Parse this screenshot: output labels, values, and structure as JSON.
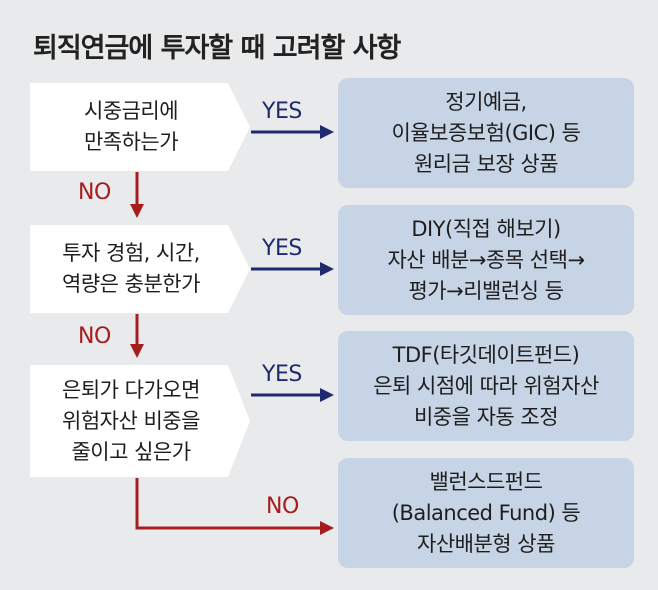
{
  "title": "퇴직연금에 투자할 때 고려할 사항",
  "questions": [
    {
      "lines": [
        "시중금리에",
        "만족하는가"
      ]
    },
    {
      "lines": [
        "투자 경험, 시간,",
        "역량은 충분한가"
      ]
    },
    {
      "lines": [
        "은퇴가 다가오면",
        "위험자산 비중을",
        "줄이고 싶은가"
      ]
    }
  ],
  "answers": [
    {
      "lines": [
        "정기예금,",
        "이율보증보험(GIC) 등",
        "원리금 보장 상품"
      ]
    },
    {
      "lines": [
        "DIY(직접 해보기)",
        "자산 배분→종목 선택→",
        "평가→리밸런싱 등"
      ]
    },
    {
      "lines": [
        "TDF(타깃데이트펀드)",
        "은퇴 시점에 따라 위험자산",
        "비중을 자동 조정"
      ]
    },
    {
      "lines": [
        "밸런스드펀드",
        "(Balanced Fund) 등",
        "자산배분형 상품"
      ]
    }
  ],
  "labels": {
    "yes": "YES",
    "no": "NO"
  },
  "colors": {
    "yes_arrow": "#1f2a6e",
    "no_arrow": "#a51d1d",
    "question_bg": "#ffffff",
    "answer_bg": "#c7d4e6",
    "background": "#e9eaeb"
  }
}
